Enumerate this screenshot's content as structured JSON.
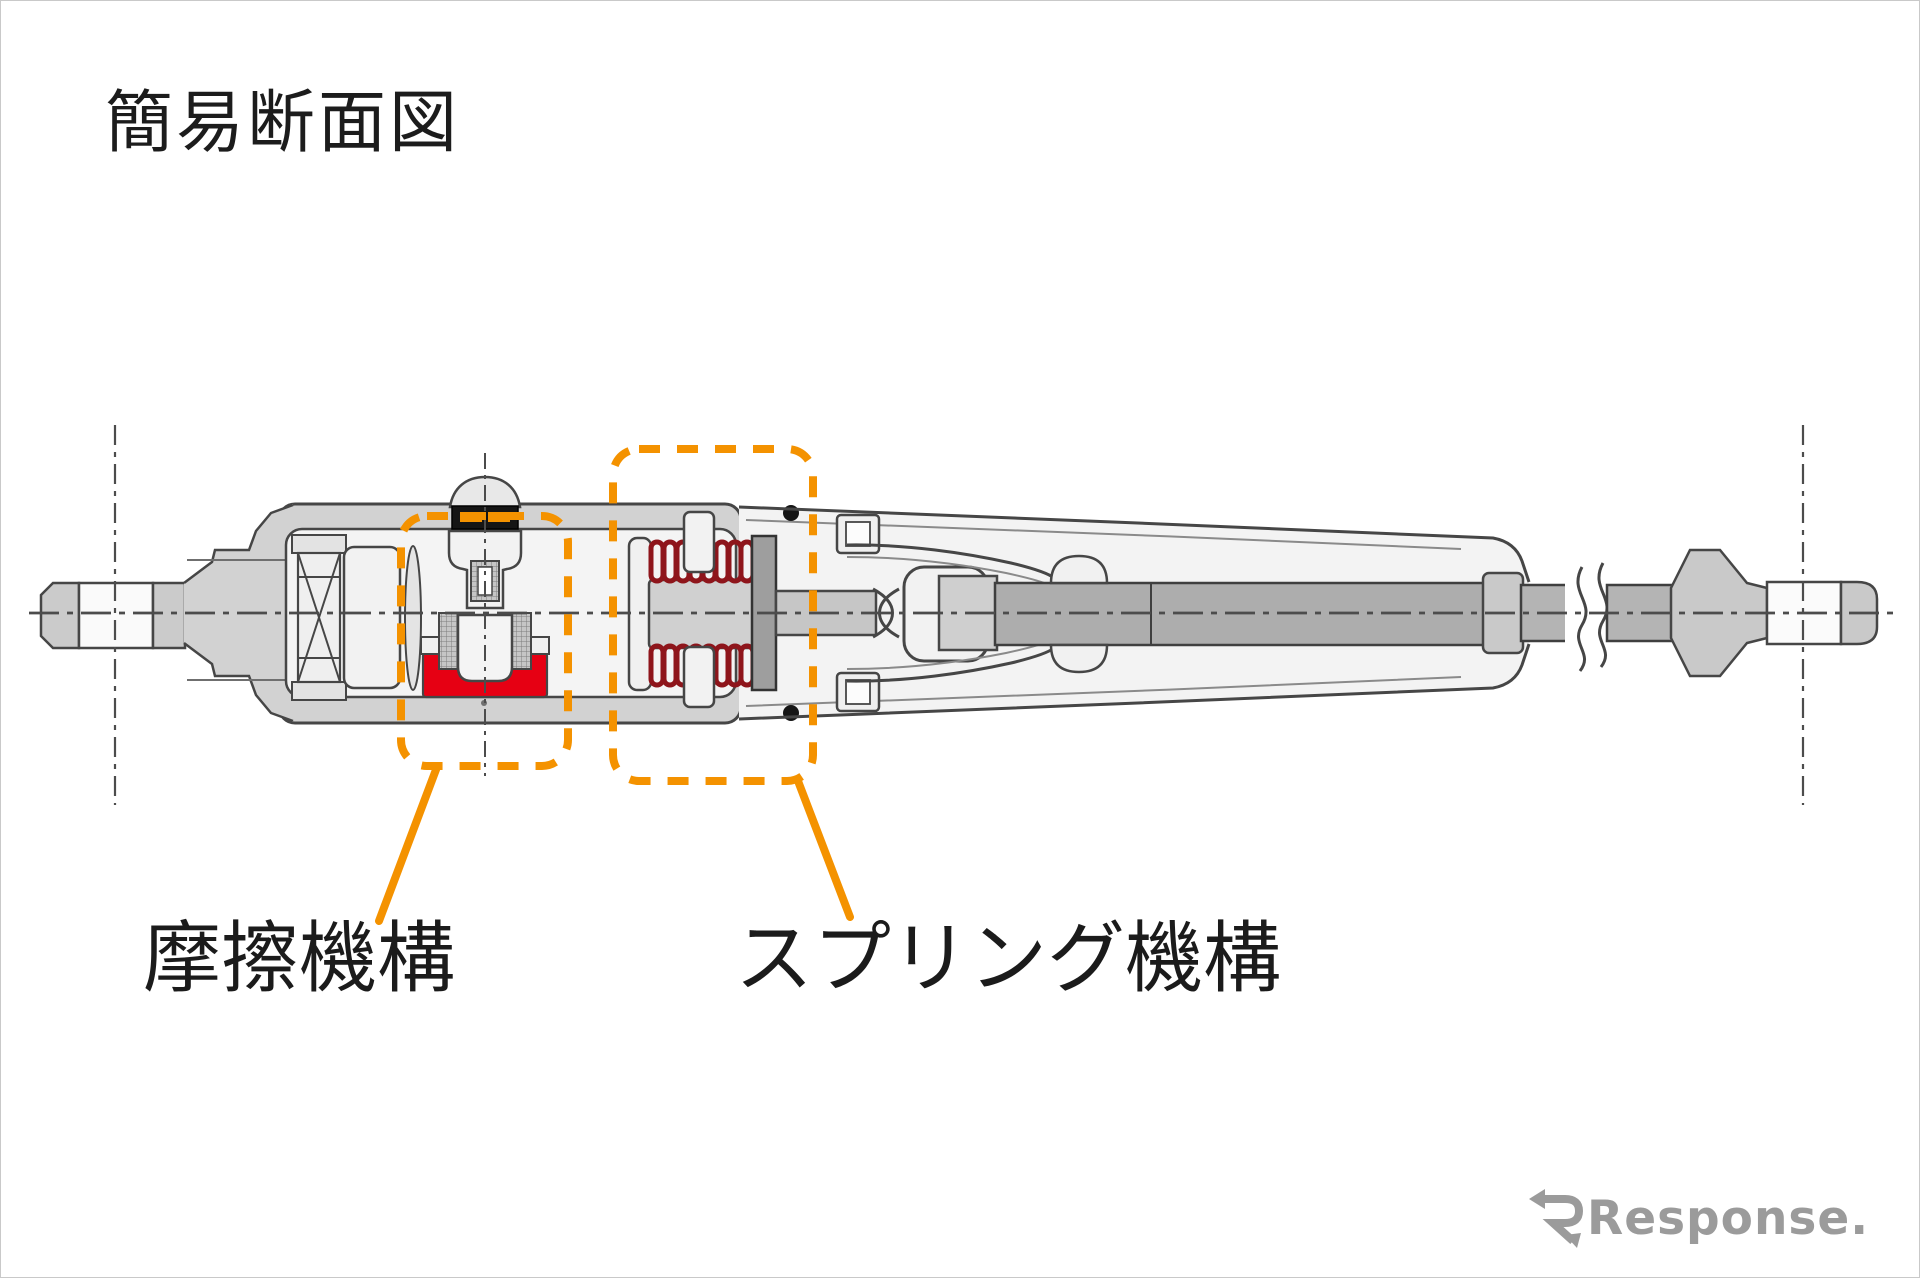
{
  "title": "簡易断面図",
  "annotations": {
    "friction": {
      "label": "摩擦機構"
    },
    "spring": {
      "label": "スプリング機構"
    }
  },
  "logo": {
    "text": "Response."
  },
  "colors": {
    "annotation_orange": "#F49200",
    "friction_red": "#E60013",
    "spring_red": "#8E151B",
    "body_gray": "#D2D2D2",
    "shaft_gray": "#ADADAD",
    "outline": "#464646",
    "logo_gray": "#9B9B9B",
    "background": "#FFFFFF"
  }
}
